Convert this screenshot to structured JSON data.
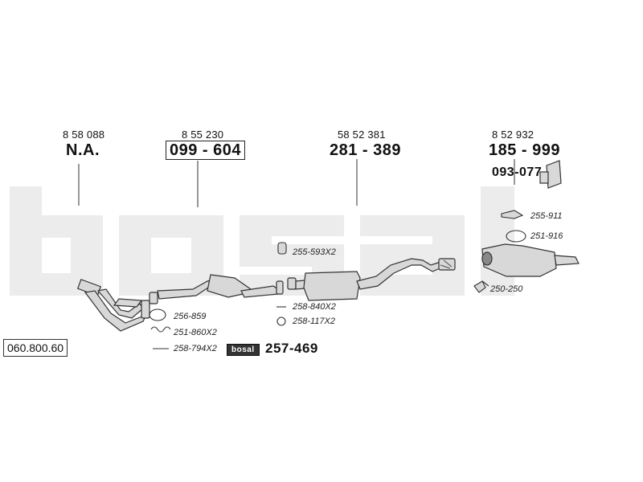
{
  "watermark": "bosal",
  "reference": "060.800.60",
  "parts": [
    {
      "oem": "8 58 088",
      "code": "N.A.",
      "boxed": false
    },
    {
      "oem": "8 55 230",
      "code": "099 - 604",
      "boxed": true
    },
    {
      "oem": "58 52 381",
      "code": "281 - 389",
      "boxed": false
    },
    {
      "oem": "8 52 932",
      "code": "185 - 999",
      "boxed": false
    }
  ],
  "bracket_code": "093-077",
  "accessories": {
    "a1": "255-911",
    "a2": "251-916",
    "a3": "250-250",
    "a4": "255-593X2",
    "a5": "258-840X2",
    "a6": "258-117X2",
    "a7": "256-859",
    "a8": "251-860X2",
    "a9": "258-794X2"
  },
  "kit": {
    "badge": "bosal",
    "code": "257-469"
  },
  "colors": {
    "watermark": "#ececec",
    "line": "#333333",
    "part_fill": "#d8d8d8",
    "part_dark": "#888888"
  }
}
